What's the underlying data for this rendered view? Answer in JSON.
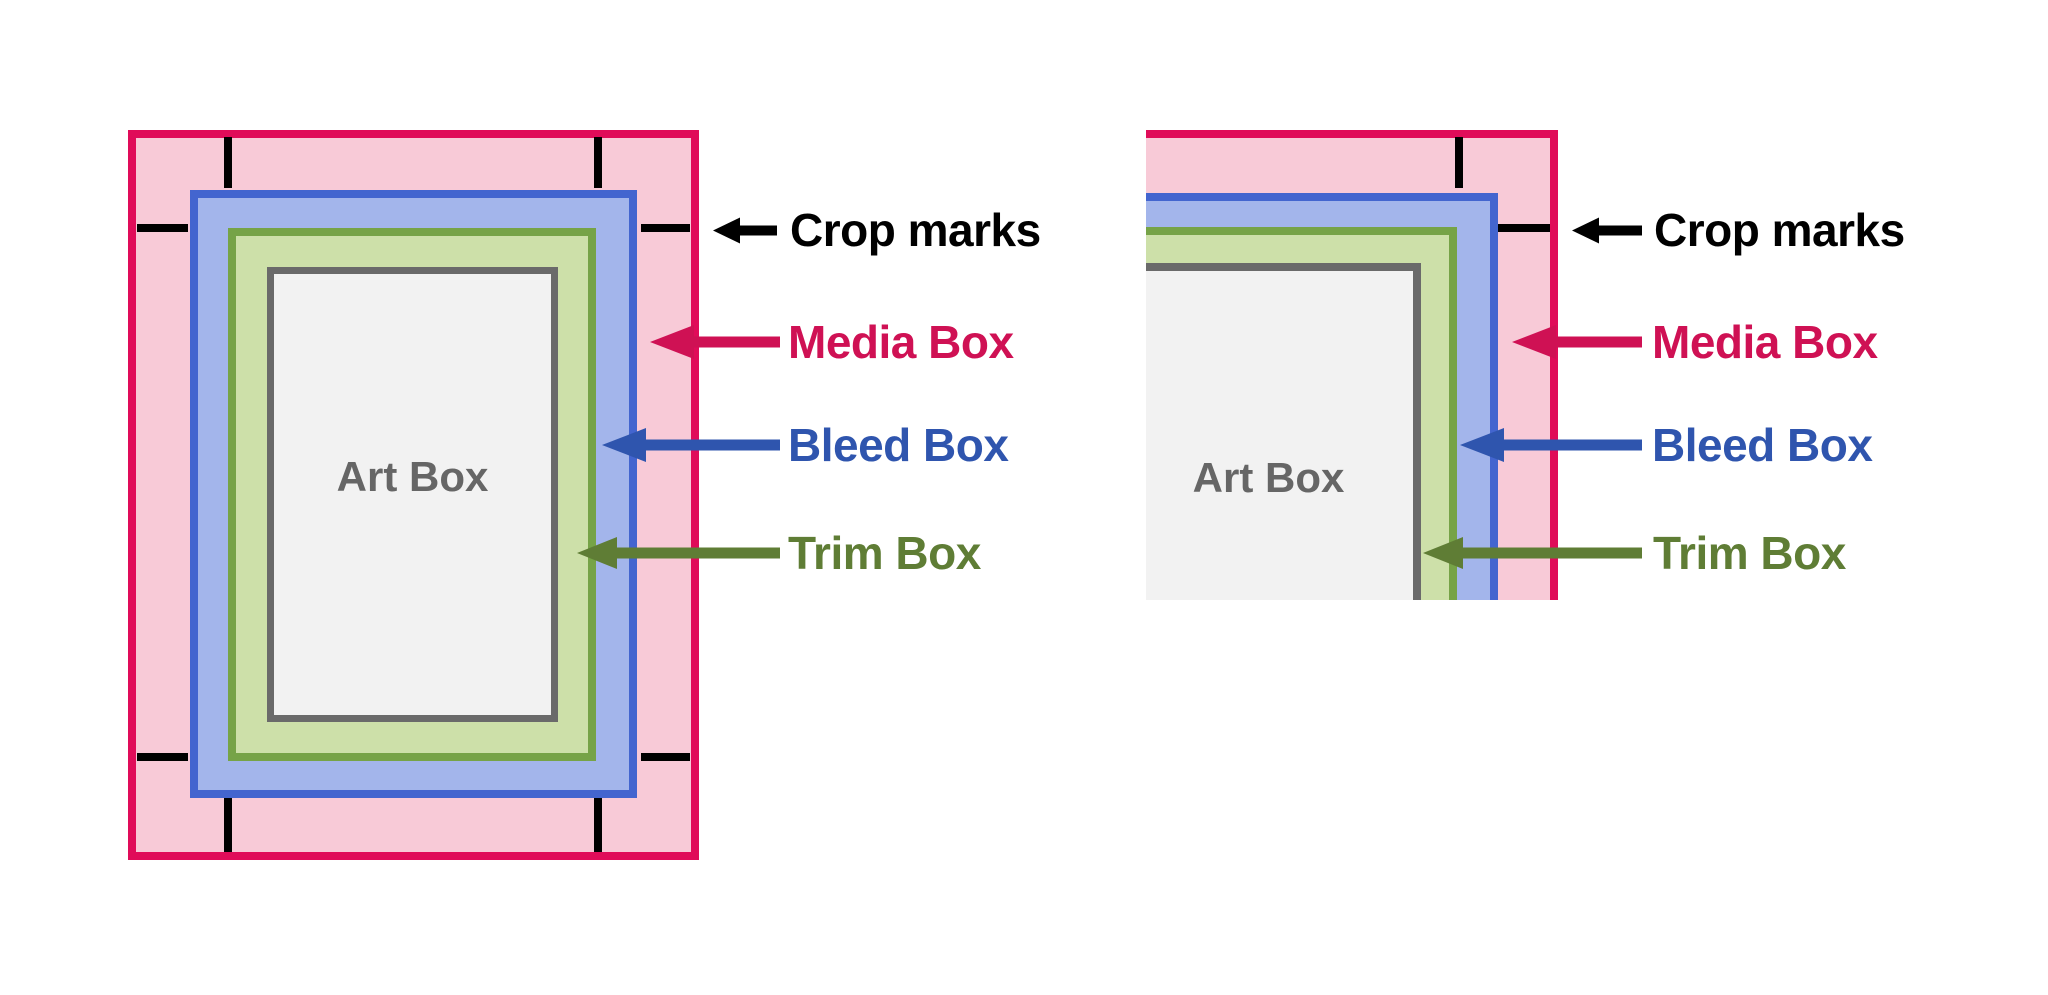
{
  "title": "PDF page boxes diagram",
  "labels": {
    "crop_marks": {
      "text": "Crop marks",
      "color": "#000000"
    },
    "media_box": {
      "text": "Media Box",
      "color": "#CF1154"
    },
    "bleed_box": {
      "text": "Bleed Box",
      "color": "#2F55AE"
    },
    "trim_box": {
      "text": "Trim Box",
      "color": "#5F7D35"
    },
    "art_box": {
      "text": "Art Box",
      "color": "#666666"
    }
  },
  "colors": {
    "background": "#FFFFFF",
    "media_border": "#E00C59",
    "media_fill": "#F8CAD7",
    "bleed_border": "#4365CF",
    "bleed_fill": "#A3B5EB",
    "trim_border": "#76A347",
    "trim_fill": "#CDE0A9",
    "art_border": "#6A6A6A",
    "art_fill": "#F2F2F2",
    "crop_mark": "#000000"
  },
  "panels": [
    {
      "name": "full-page-view",
      "description": "whole page with nested media, bleed, trim and art boxes plus crop marks"
    },
    {
      "name": "corner-detail-view",
      "description": "magnified top-right corner of the same page, clipped at left and bottom"
    }
  ]
}
